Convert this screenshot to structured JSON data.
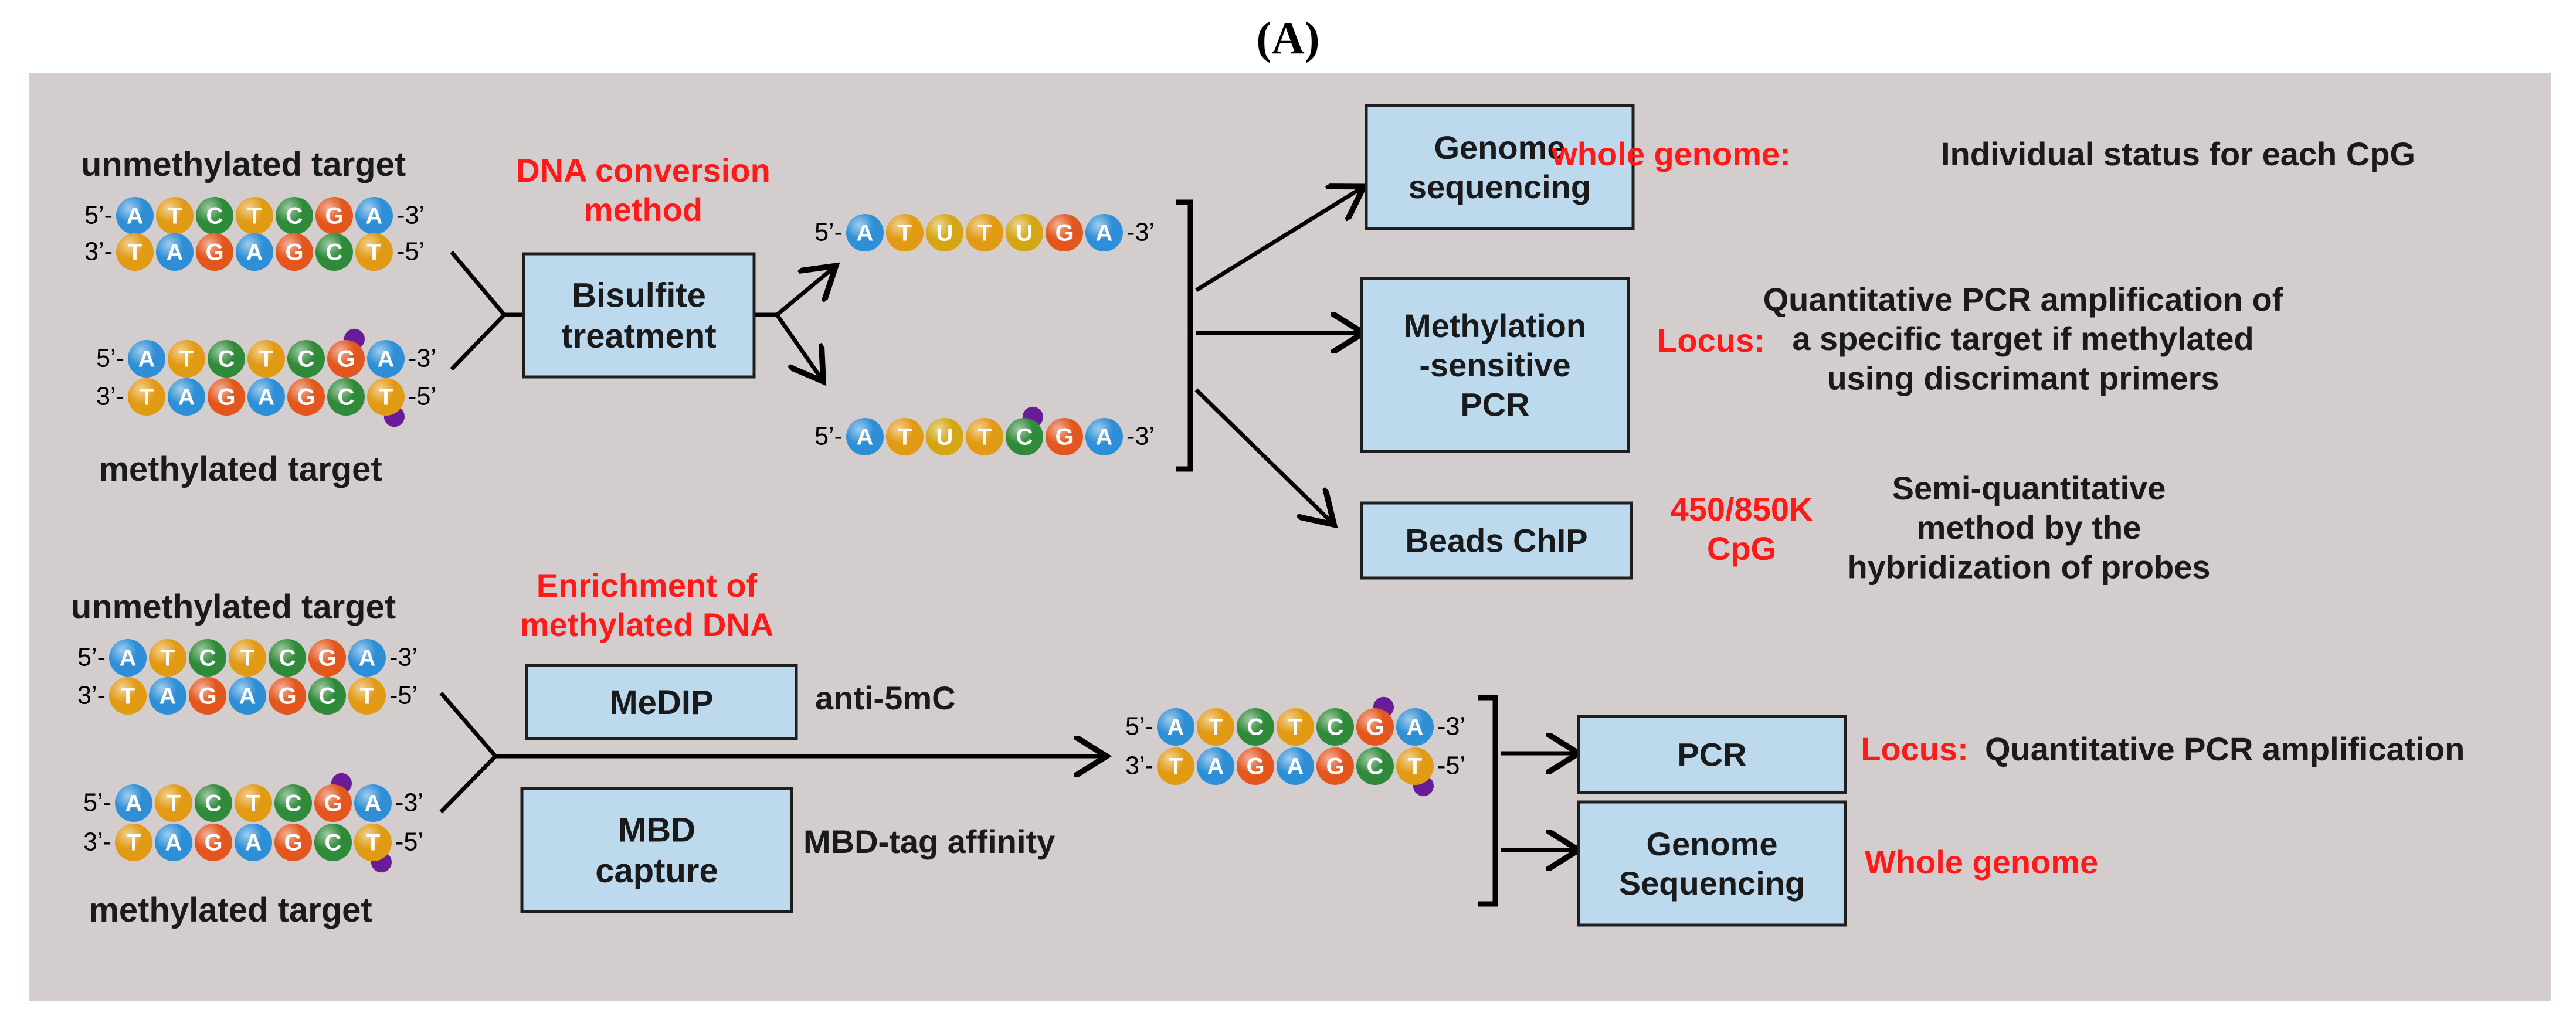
{
  "panel_label": "(A)",
  "colors": {
    "panel_bg": "#d3cdce",
    "box_fill": "#bcd9ee",
    "accent_red": "#ff1a1a",
    "base_A": "#2f8fd6",
    "base_T": "#e19a14",
    "base_C": "#2f8a3a",
    "base_G": "#e3561e",
    "base_U": "#d4a514",
    "methyl": "#6a1b9a"
  },
  "strand_ends": {
    "five": "5’-",
    "three": "-3’",
    "three_left": "3’-",
    "five_right": "-5’"
  },
  "top": {
    "unmethylated_label": "unmethylated target",
    "methylated_label": "methylated target",
    "method_heading": "DNA conversion\nmethod",
    "unmethylated_strands": [
      "ATCTCGA",
      "TAGAGCT"
    ],
    "methylated_strands": [
      "ATCTCGA",
      "TAGAGCT"
    ],
    "treatment_box": "Bisulfite\ntreatment",
    "converted_unmethylated": "ATUTUGA",
    "converted_methylated": "ATUTCGA",
    "outputs": [
      {
        "box": "Genome\nsequencing",
        "scale": "whole genome:",
        "desc": "Individual status for each CpG"
      },
      {
        "box": "Methylation\n-sensitive\nPCR",
        "scale": "Locus:",
        "desc": "Quantitative PCR amplification of\na specific target if methylated\nusing discrimant primers"
      },
      {
        "box": "Beads ChIP",
        "scale": "450/850K\nCpG",
        "desc": "Semi-quantitative\nmethod by the\nhybridization of probes"
      }
    ]
  },
  "bottom": {
    "unmethylated_label": "unmethylated target",
    "methylated_label": "methylated target",
    "method_heading": "Enrichment of\nmethylated DNA",
    "unmethylated_strands": [
      "ATCTCGA",
      "TAGAGCT"
    ],
    "methylated_strands": [
      "ATCTCGA",
      "TAGAGCT"
    ],
    "medip_box": "MeDIP",
    "medip_note": "anti-5mC",
    "mbd_box": "MBD\ncapture",
    "mbd_note": "MBD-tag affinity",
    "enriched_strands": [
      "ATCTCGA",
      "TAGAGCT"
    ],
    "outputs": [
      {
        "box": "PCR",
        "scale": "Locus:",
        "desc": "Quantitative PCR amplification"
      },
      {
        "box": "Genome\nSequencing",
        "scale": "Whole genome",
        "desc": ""
      }
    ]
  }
}
